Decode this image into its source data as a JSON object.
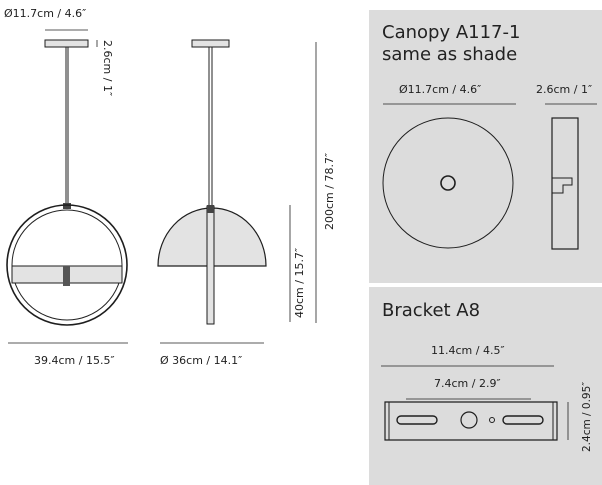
{
  "colors": {
    "panel_background": "#dcdcdc",
    "shade_fill": "#e3e3e3",
    "line": "#1e1e1e"
  },
  "main": {
    "canopy_diameter_label": "Ø11.7cm / 4.6″",
    "canopy_height_label": "2.6cm / 1″",
    "overall_height_label": "200cm / 78.7″",
    "shade_height_label": "40cm / 15.7″",
    "front_width_label": "39.4cm / 15.5″",
    "side_diameter_label": "Ø 36cm / 14.1″"
  },
  "canopy_panel": {
    "title_line1": "Canopy  A117-1",
    "title_line2": "same as shade",
    "diameter_label": "Ø11.7cm / 4.6″",
    "height_label": "2.6cm / 1″"
  },
  "bracket_panel": {
    "title": "Bracket   A8",
    "length_label": "11.4cm / 4.5″",
    "hole_spacing_label": "7.4cm / 2.9″",
    "height_label": "2.4cm / 0.95″"
  }
}
